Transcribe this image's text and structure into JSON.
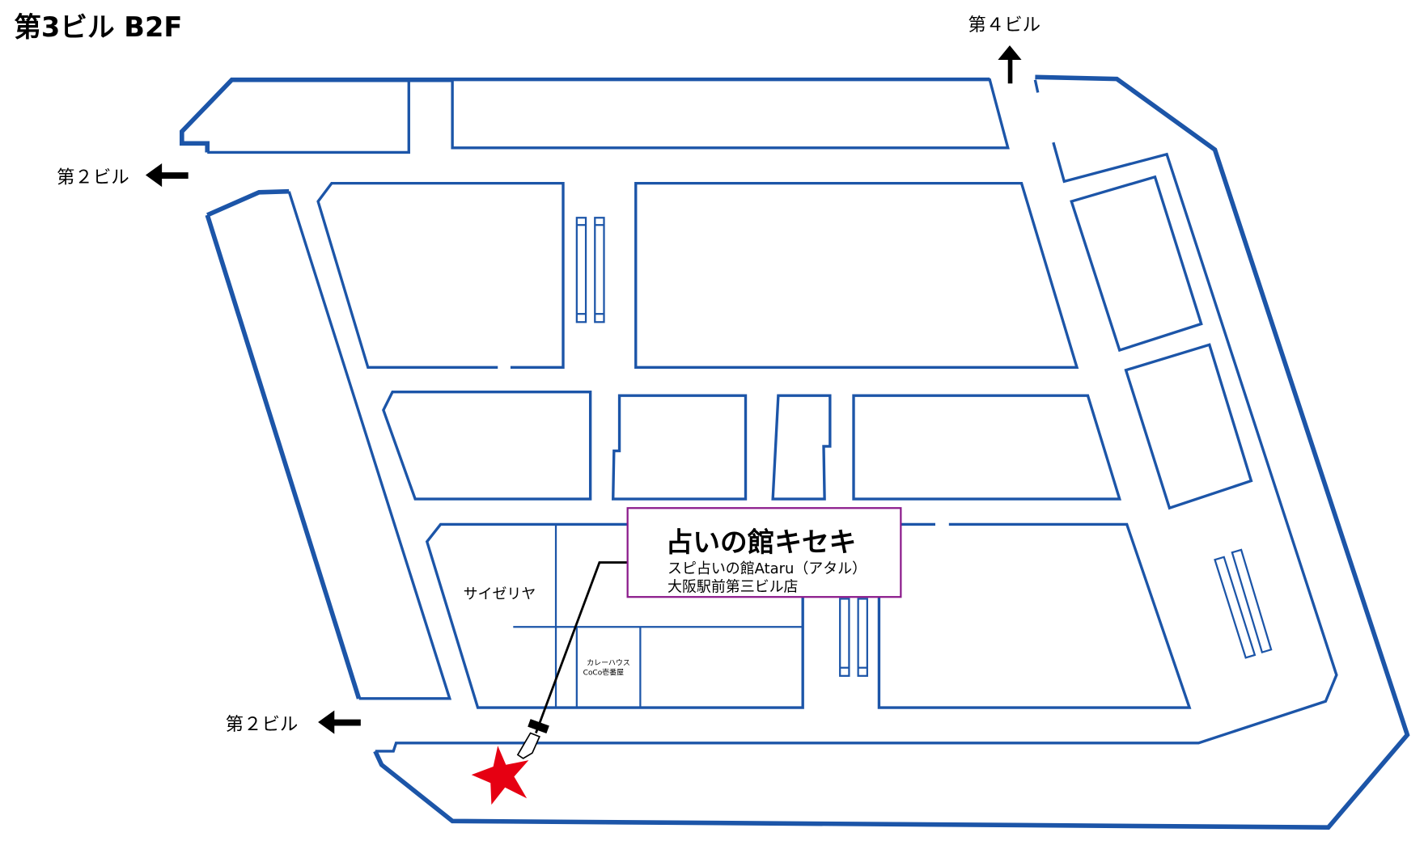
{
  "floor_title": "第3ビル B2F",
  "exits": {
    "to_building4": "第４ビル",
    "to_building2_top": "第２ビル",
    "to_building2_bottom": "第２ビル"
  },
  "shops": {
    "saizeriya": "サイゼリヤ",
    "coco_line1": "カレーハウス",
    "coco_line2": "CoCo壱番屋"
  },
  "callout": {
    "title": "占いの館キセキ",
    "subtitle_line1": "スピ占いの館Ataru（アタル）",
    "subtitle_line2": "大阪駅前第三ビル店"
  },
  "colors": {
    "wall": "#1c55a8",
    "callout_border": "#8b1a8b",
    "marker": "#e60012"
  }
}
